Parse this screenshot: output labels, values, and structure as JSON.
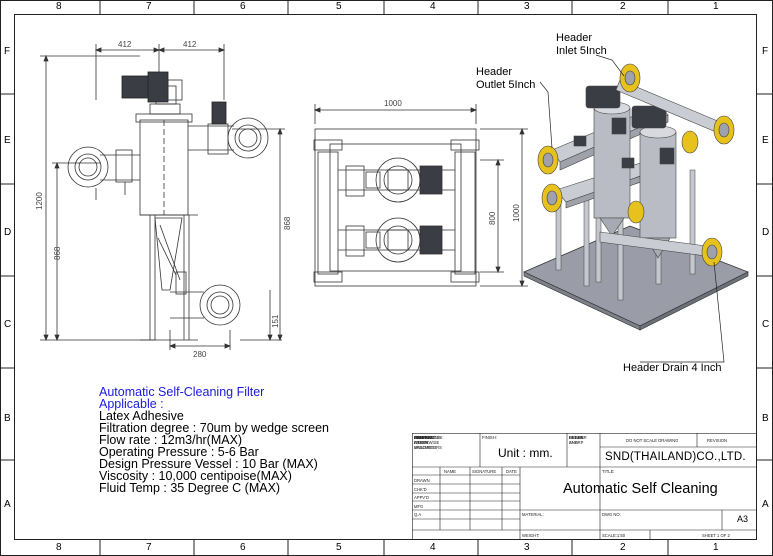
{
  "zones": {
    "columns": [
      "8",
      "7",
      "6",
      "5",
      "4",
      "3",
      "2",
      "1"
    ],
    "rows": [
      "F",
      "E",
      "D",
      "C",
      "B",
      "A"
    ]
  },
  "dimensions": {
    "front_left_width": "412",
    "front_right_width": "412",
    "front_height_total": "1200",
    "front_height_lower": "868",
    "front_height_right": "868",
    "front_base_height": "151",
    "front_outlet_width": "280",
    "top_width": "1000",
    "top_depth_inner": "800",
    "top_depth_outer": "1000"
  },
  "callouts": {
    "inlet": [
      "Header",
      "Inlet 5Inch"
    ],
    "outlet": [
      "Header",
      "Outlet 5Inch"
    ],
    "drain": "Header Drain 4 Inch"
  },
  "notes": {
    "title": "Automatic Self-Cleaning Filter",
    "applicable": "Applicable :",
    "lines": [
      "Latex Adhesive",
      "Filtration degree : 70um by wedge screen",
      "Flow rate : 12m3/hr(MAX)",
      "Operating Pressure : 5-6 Bar",
      "Design Pressure Vessel : 10 Bar (MAX)",
      "Viscosity : 10,000 centipoise(MAX)",
      "Fluid Temp : 35 Degree C (MAX)"
    ]
  },
  "title_block": {
    "unless_note": [
      "UNLESS OTHERWISE SPECIFIED:",
      "DIMENSIONS ARE IN MILLIMETERS",
      "SURFACE FINISH:",
      "TOLERANCES:",
      "LINEAR:",
      "ANGULAR:"
    ],
    "finish_label": "FINISH:",
    "unit": "Unit : mm.",
    "deburr": [
      "DEBURR AND",
      "BREAK SHARP",
      "EDGES"
    ],
    "do_not_scale": "DO NOT SCALE DRAWING",
    "revision": "REVISION",
    "company": "SND(THAILAND)CO.,LTD.",
    "name_col": "NAME",
    "signature_col": "SIGNATURE",
    "date_col": "DATE",
    "title_label": "TITLE:",
    "roles": [
      "DRAWN",
      "CHK'D",
      "APPV'D",
      "MFG",
      "Q.A"
    ],
    "material_label": "MATERIAL:",
    "dwg_label": "DWG NO.",
    "title": "Automatic Self Cleaning",
    "sheet_size": "A3",
    "weight_label": "WEIGHT:",
    "scale": "SCALE:1:50",
    "sheet": "SHEET 1 OF 2"
  },
  "colors": {
    "line": "#222222",
    "note_blue": "#1a1adf",
    "flange_yellow": "#e8c21c",
    "steel": "#b9bcc4",
    "motor_dark": "#3a3d44",
    "base_plate": "#9a9da8"
  }
}
